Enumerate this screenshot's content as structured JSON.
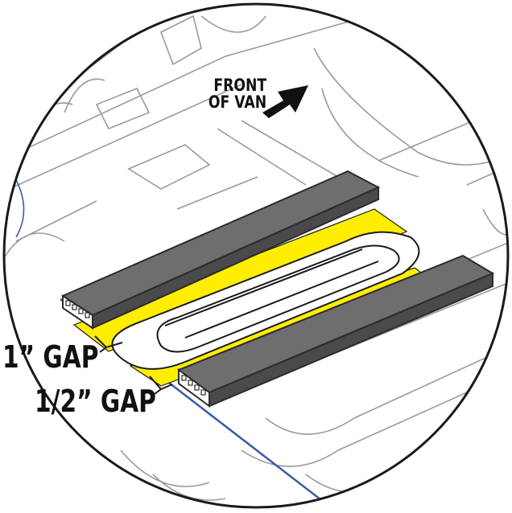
{
  "labels": {
    "front_line1": "FRONT",
    "front_line2": "OF VAN",
    "gap_large": "1” GAP",
    "gap_small": "1/2” GAP"
  },
  "colors": {
    "tape": "#ffee00",
    "board": "#6e6e70",
    "board_edge": "#2b2b2b",
    "outline": "#1a1a1a",
    "floor_line": "#9a9a9a",
    "blue_edge": "#3b5aa6"
  },
  "icons": {
    "direction": "arrow-up-right-icon"
  }
}
